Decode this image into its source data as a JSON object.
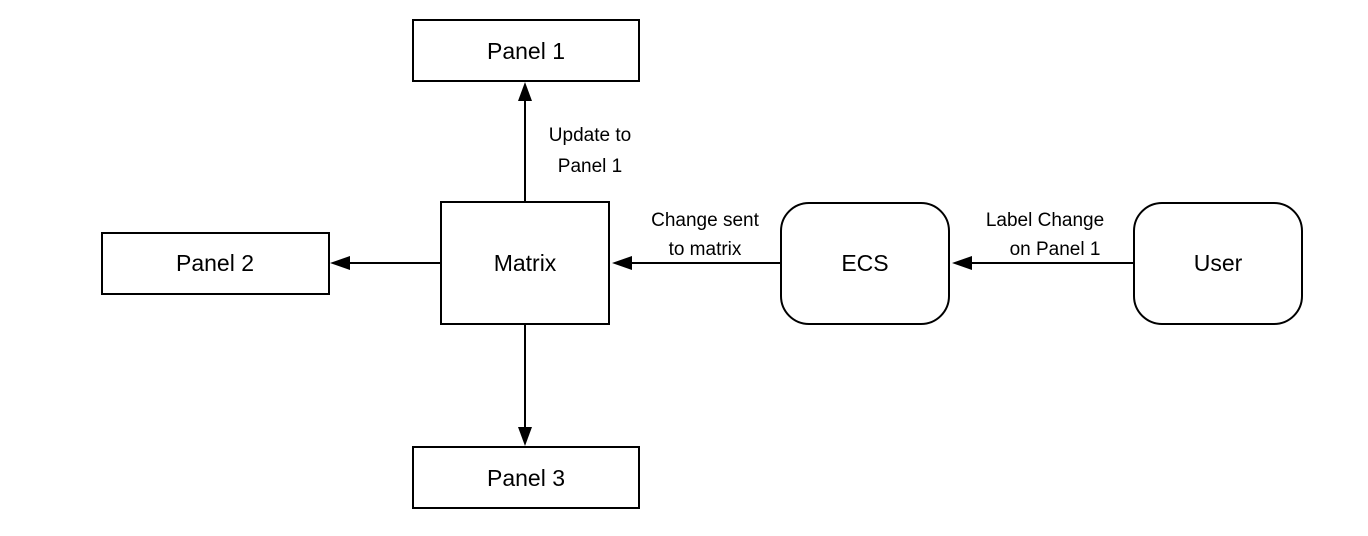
{
  "diagram": {
    "nodes": {
      "panel1": {
        "label": "Panel 1",
        "shape": "rectangle"
      },
      "panel2": {
        "label": "Panel 2",
        "shape": "rectangle"
      },
      "panel3": {
        "label": "Panel 3",
        "shape": "rectangle"
      },
      "matrix": {
        "label": "Matrix",
        "shape": "rectangle"
      },
      "ecs": {
        "label": "ECS",
        "shape": "rounded-rectangle"
      },
      "user": {
        "label": "User",
        "shape": "rounded-rectangle"
      }
    },
    "edges": {
      "user_to_ecs": {
        "from": "User",
        "to": "ECS",
        "label_line1": "Label Change",
        "label_line2": "on Panel 1"
      },
      "ecs_to_matrix": {
        "from": "ECS",
        "to": "Matrix",
        "label_line1": "Change sent",
        "label_line2": "to matrix"
      },
      "matrix_to_panel1": {
        "from": "Matrix",
        "to": "Panel 1",
        "label_line1": "Update to",
        "label_line2": "Panel 1"
      },
      "matrix_to_panel2": {
        "from": "Matrix",
        "to": "Panel 2"
      },
      "matrix_to_panel3": {
        "from": "Matrix",
        "to": "Panel 3"
      }
    },
    "colors": {
      "stroke": "#000000",
      "fill": "#ffffff",
      "background": "#ffffff"
    }
  }
}
